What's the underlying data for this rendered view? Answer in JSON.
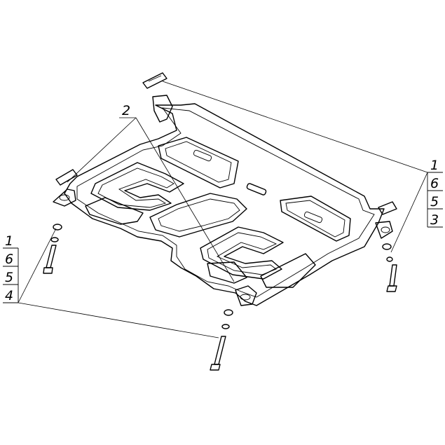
{
  "callouts": {
    "left_stack": [
      "1",
      "6",
      "5",
      "4"
    ],
    "right_stack": [
      "1",
      "6",
      "5",
      "3"
    ],
    "center": "2"
  }
}
